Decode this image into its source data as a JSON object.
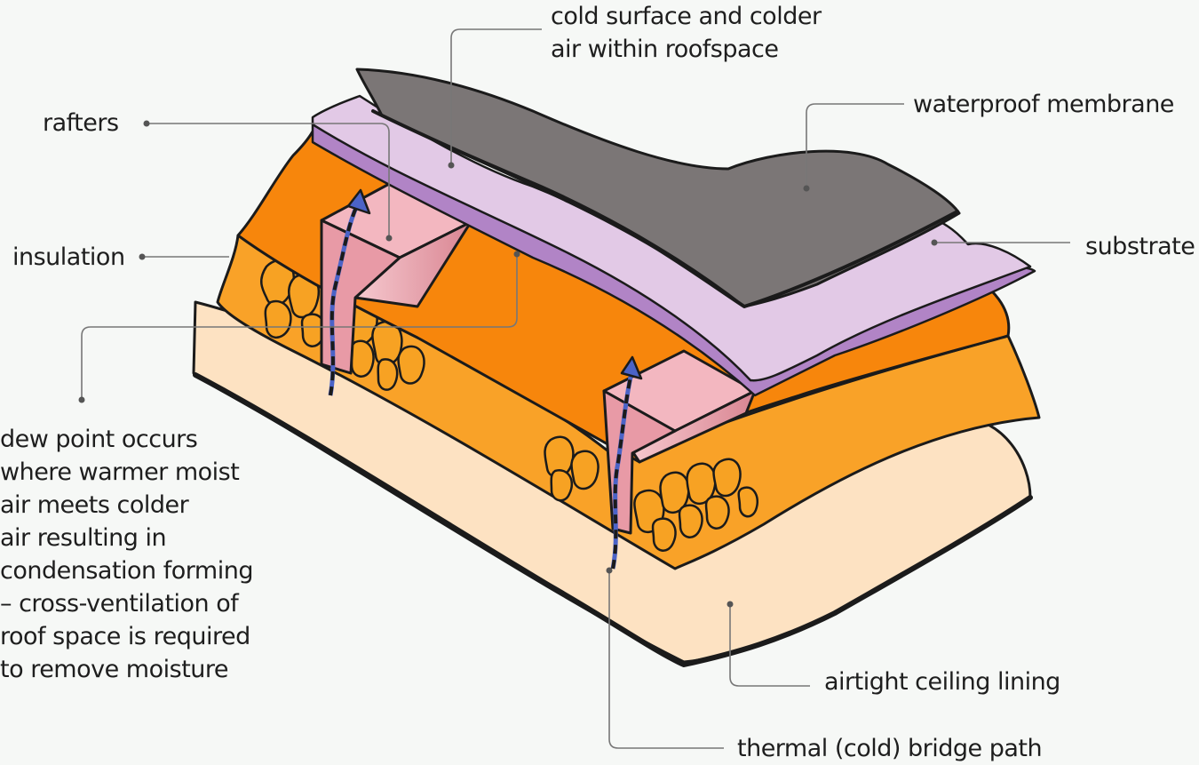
{
  "labels": {
    "cold_surface": "cold surface and colder\nair within roofspace",
    "waterproof": "waterproof membrane",
    "rafters": "rafters",
    "substrate": "substrate",
    "insulation": "insulation",
    "dew_point": "dew point occurs\nwhere warmer moist\nair meets colder\nair resulting in\ncondensation forming\n– cross-ventilation of\nroof space is required\nto remove moisture",
    "ceiling": "airtight ceiling lining",
    "bridge": "thermal (cold) bridge path"
  },
  "colors": {
    "background": "#f6f8f6",
    "membrane": "#7b7676",
    "substrate": "#e2c9e6",
    "substrate_edge": "#b184c6",
    "roofspace": "#f7860c",
    "insulation": "#f9a228",
    "insulation_batt": "#f7a223",
    "ceiling": "#fde2c2",
    "rafter": "#f3b7c0",
    "rafter_shade": "#dc8492",
    "bridge_path": "#4b63c7",
    "leader": "#777777"
  }
}
